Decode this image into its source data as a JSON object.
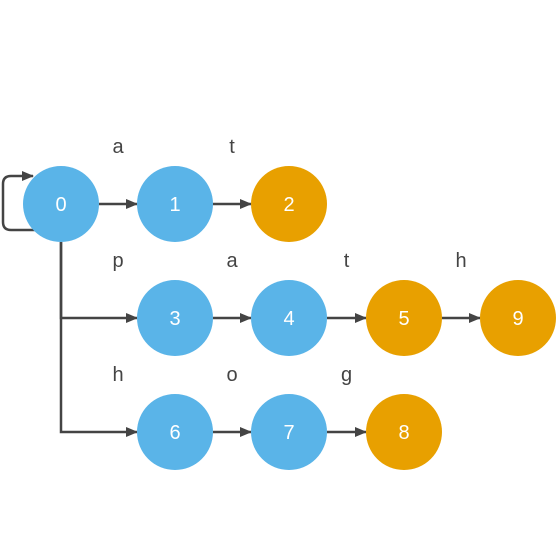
{
  "colors": {
    "state": "#5ab4e8",
    "accept_state": "#e8a000",
    "edge": "#444444",
    "label_text": "#444444",
    "node_text": "#ffffff"
  },
  "nodes": [
    {
      "id": "0",
      "label": "0",
      "kind": "state"
    },
    {
      "id": "1",
      "label": "1",
      "kind": "state"
    },
    {
      "id": "2",
      "label": "2",
      "kind": "accept_state"
    },
    {
      "id": "3",
      "label": "3",
      "kind": "state"
    },
    {
      "id": "4",
      "label": "4",
      "kind": "state"
    },
    {
      "id": "5",
      "label": "5",
      "kind": "accept_state"
    },
    {
      "id": "9",
      "label": "9",
      "kind": "accept_state"
    },
    {
      "id": "6",
      "label": "6",
      "kind": "state"
    },
    {
      "id": "7",
      "label": "7",
      "kind": "state"
    },
    {
      "id": "8",
      "label": "8",
      "kind": "accept_state"
    }
  ],
  "edges": [
    {
      "from": "0",
      "to": "0",
      "label": ""
    },
    {
      "from": "0",
      "to": "1",
      "label": "a"
    },
    {
      "from": "1",
      "to": "2",
      "label": "t"
    },
    {
      "from": "0",
      "to": "3",
      "label": "p"
    },
    {
      "from": "3",
      "to": "4",
      "label": "a"
    },
    {
      "from": "4",
      "to": "5",
      "label": "t"
    },
    {
      "from": "5",
      "to": "9",
      "label": "h"
    },
    {
      "from": "0",
      "to": "6",
      "label": "h"
    },
    {
      "from": "6",
      "to": "7",
      "label": "o"
    },
    {
      "from": "7",
      "to": "8",
      "label": "g"
    }
  ]
}
